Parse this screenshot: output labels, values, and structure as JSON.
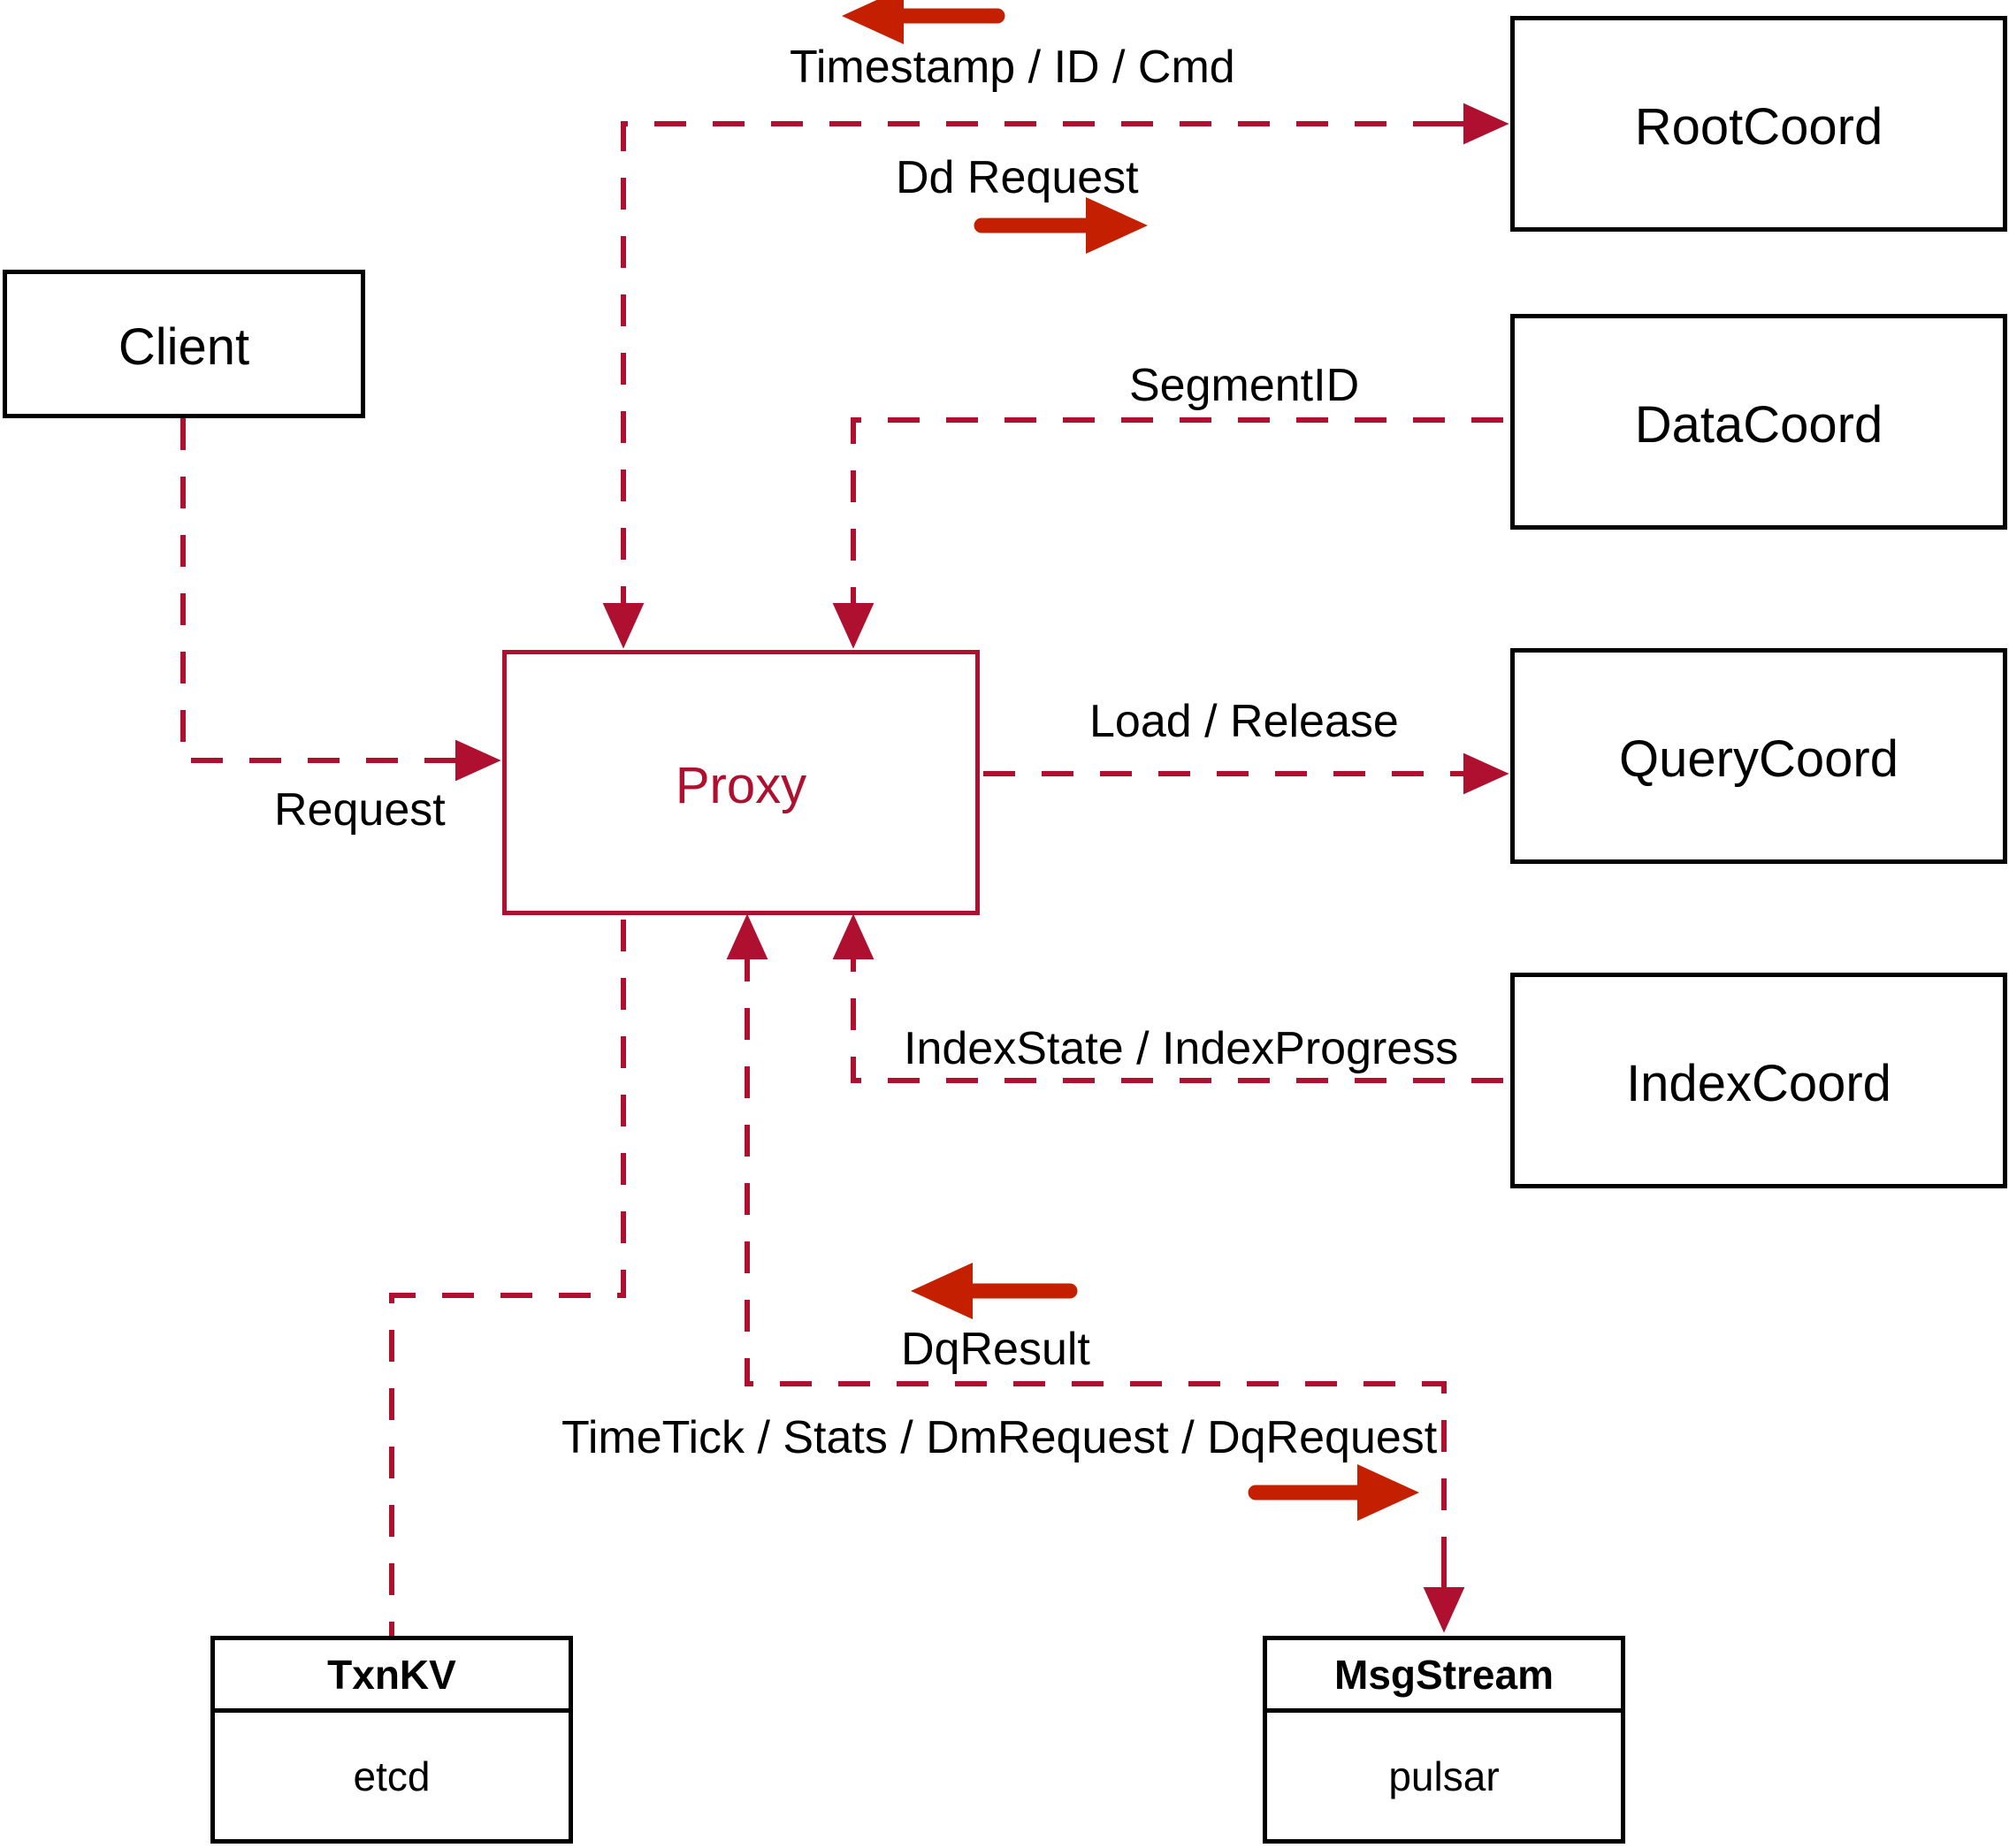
{
  "diagram": {
    "title": "Proxy component interaction diagram",
    "colors": {
      "node_border_black": "#000000",
      "node_border_red": "#b01030",
      "dashed_edge": "#b01030",
      "solid_arrow": "#c42000",
      "background": "#ffffff",
      "text": "#000000"
    },
    "nodes": [
      {
        "id": "client",
        "label": "Client",
        "style": "black-box"
      },
      {
        "id": "proxy",
        "label": "Proxy",
        "style": "red-box"
      },
      {
        "id": "rootcoord",
        "label": "RootCoord",
        "style": "black-box"
      },
      {
        "id": "datacoord",
        "label": "DataCoord",
        "style": "black-box"
      },
      {
        "id": "querycoord",
        "label": "QueryCoord",
        "style": "black-box"
      },
      {
        "id": "indexcoord",
        "label": "IndexCoord",
        "style": "black-box"
      },
      {
        "id": "txnkv",
        "label": "TxnKV",
        "sublabel": "etcd",
        "style": "stacked-box"
      },
      {
        "id": "msgstream",
        "label": "MsgStream",
        "sublabel": "pulsar",
        "style": "stacked-box"
      }
    ],
    "edges": [
      {
        "id": "client-proxy",
        "label": "Request",
        "from": "client",
        "to": "proxy",
        "arrow": "dashed"
      },
      {
        "id": "proxy-rootcoord-ts",
        "label": "Timestamp / ID / Cmd",
        "from": "rootcoord",
        "to": "proxy",
        "arrow": "dashed",
        "direction_marker": "left"
      },
      {
        "id": "proxy-rootcoord-dd",
        "label": "Dd Request",
        "from": "proxy",
        "to": "rootcoord",
        "arrow": "dashed",
        "direction_marker": "right"
      },
      {
        "id": "datacoord-proxy",
        "label": "SegmentID",
        "from": "datacoord",
        "to": "proxy",
        "arrow": "dashed"
      },
      {
        "id": "proxy-querycoord",
        "label": "Load / Release",
        "from": "proxy",
        "to": "querycoord",
        "arrow": "dashed"
      },
      {
        "id": "indexcoord-proxy",
        "label": "IndexState / IndexProgress",
        "from": "indexcoord",
        "to": "proxy",
        "arrow": "dashed"
      },
      {
        "id": "msgstream-proxy-dq",
        "label": "DqResult",
        "from": "msgstream",
        "to": "proxy",
        "arrow": "dashed",
        "direction_marker": "left"
      },
      {
        "id": "proxy-msgstream",
        "label": "TimeTick / Stats / DmRequest / DqRequest",
        "from": "proxy",
        "to": "msgstream",
        "arrow": "dashed",
        "direction_marker": "right"
      },
      {
        "id": "proxy-txnkv",
        "label": "",
        "from": "proxy",
        "to": "txnkv",
        "arrow": "dashed"
      }
    ]
  }
}
